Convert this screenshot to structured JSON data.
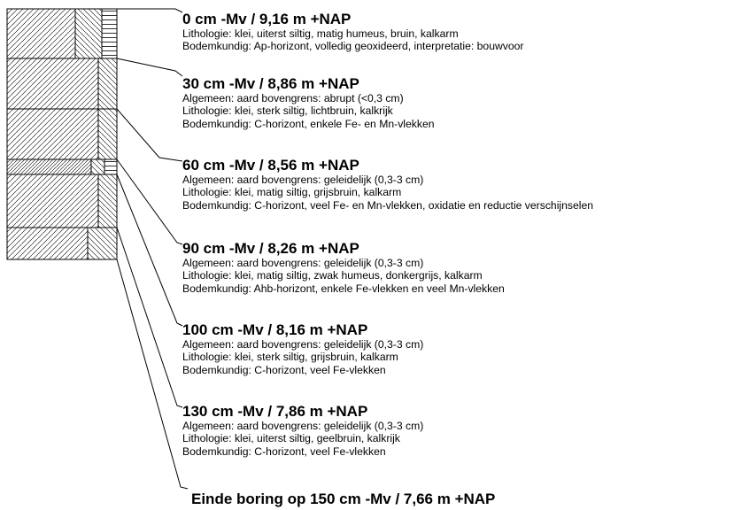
{
  "layers": [
    {
      "heading": "0 cm -Mv / 9,16 m +NAP",
      "lines": [
        "Lithologie: klei, uiterst siltig, matig humeus, bruin, kalkarm",
        "Bodemkundig: Ap-horizont, volledig geoxideerd, interpretatie: bouwvoor"
      ]
    },
    {
      "heading": "30 cm -Mv / 8,86 m +NAP",
      "lines": [
        "Algemeen: aard bovengrens: abrupt (<0,3 cm)",
        "Lithologie: klei, sterk siltig, lichtbruin, kalkrijk",
        "Bodemkundig: C-horizont, enkele Fe- en Mn-vlekken"
      ]
    },
    {
      "heading": "60 cm -Mv / 8,56 m +NAP",
      "lines": [
        "Algemeen: aard bovengrens: geleidelijk (0,3-3 cm)",
        "Lithologie: klei, matig siltig, grijsbruin, kalkarm",
        "Bodemkundig: C-horizont, veel Fe- en Mn-vlekken, oxidatie en reductie verschijnselen"
      ]
    },
    {
      "heading": "90 cm -Mv / 8,26 m +NAP",
      "lines": [
        "Algemeen: aard bovengrens: geleidelijk (0,3-3 cm)",
        "Lithologie: klei, matig siltig, zwak humeus, donkergrijs, kalkarm",
        "Bodemkundig: Ahb-horizont, enkele Fe-vlekken en veel Mn-vlekken"
      ]
    },
    {
      "heading": "100 cm -Mv / 8,16 m +NAP",
      "lines": [
        "Algemeen: aard bovengrens: geleidelijk (0,3-3 cm)",
        "Lithologie: klei, sterk siltig, grijsbruin, kalkarm",
        "Bodemkundig: C-horizont, veel Fe-vlekken"
      ]
    },
    {
      "heading": "130 cm -Mv / 7,86 m +NAP",
      "lines": [
        "Algemeen: aard bovengrens: geleidelijk (0,3-3 cm)",
        "Lithologie: klei, uiterst siltig, geelbruin, kalkrijk",
        "Bodemkundig: C-horizont, veel Fe-vlekken"
      ]
    }
  ],
  "end_heading": "Einde boring op 150 cm -Mv / 7,66 m +NAP",
  "colors": {
    "ink": "#000000",
    "background": "#ffffff"
  }
}
